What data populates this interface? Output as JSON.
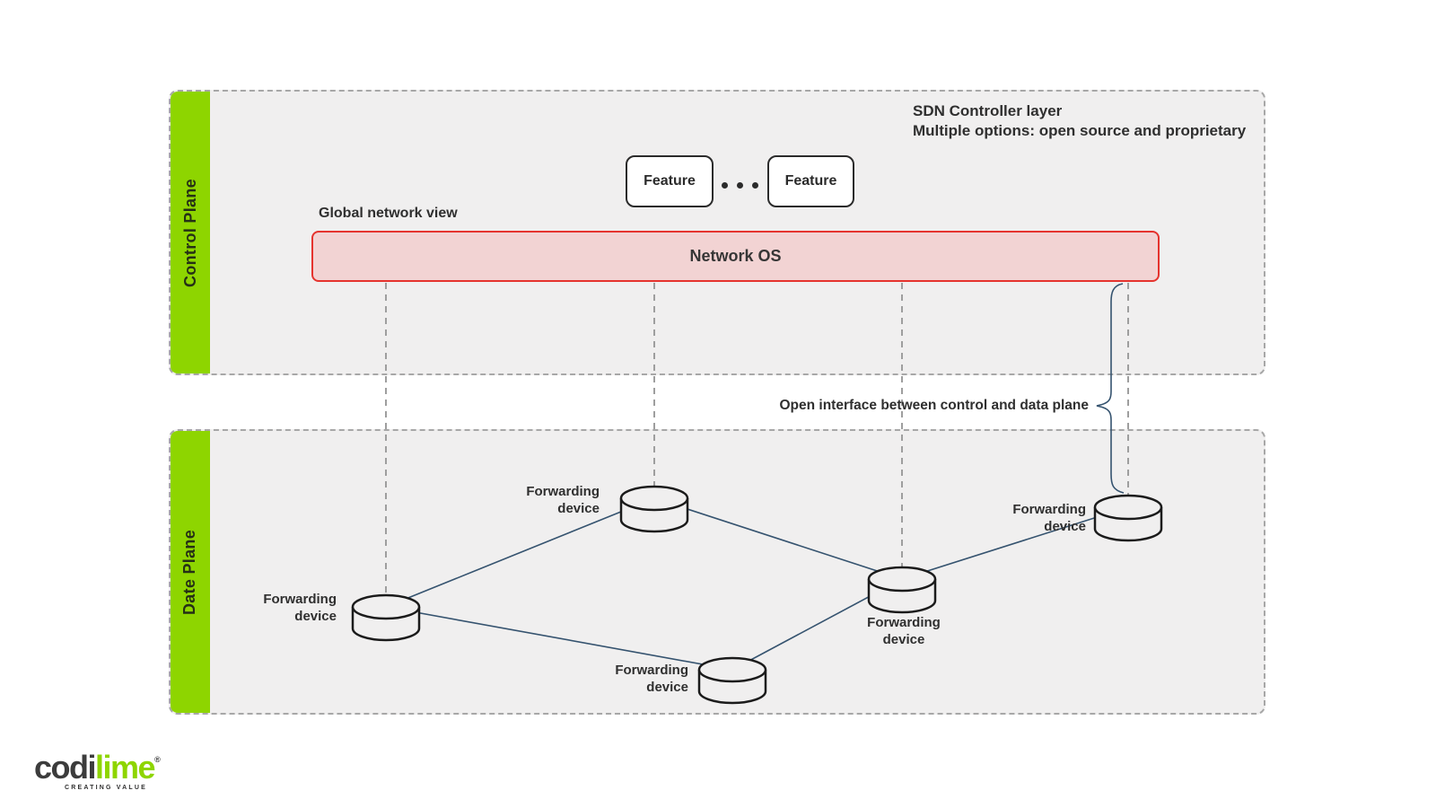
{
  "colors": {
    "lime_green": "#8ed500",
    "panel_bg": "#f0efef",
    "network_os_fill": "#f2d3d3",
    "network_os_border": "#e5332e",
    "link_line": "#35536f",
    "dashed_line": "#9e9e9e"
  },
  "control_plane": {
    "sidebar_label": "Control Plane",
    "header_line1": "SDN Controller layer",
    "header_line2": "Multiple options: open source and proprietary",
    "features": [
      {
        "label": "Feature"
      },
      {
        "label": "Feature"
      }
    ],
    "global_view_label": "Global network view",
    "network_os_label": "Network OS"
  },
  "gap": {
    "open_interface_label": "Open interface between control and data plane"
  },
  "data_plane": {
    "sidebar_label": "Date Plane",
    "devices": [
      {
        "line1": "Forwarding",
        "line2": "device"
      },
      {
        "line1": "Forwarding",
        "line2": "device"
      },
      {
        "line1": "Forwarding",
        "line2": "device"
      },
      {
        "line1": "Forwarding",
        "line2": "device"
      },
      {
        "line1": "Forwarding",
        "line2": "device"
      }
    ]
  },
  "logo": {
    "part_dark": "codi",
    "part_green": "lime",
    "registered_mark": "®",
    "tagline": "CREATING VALUE"
  }
}
